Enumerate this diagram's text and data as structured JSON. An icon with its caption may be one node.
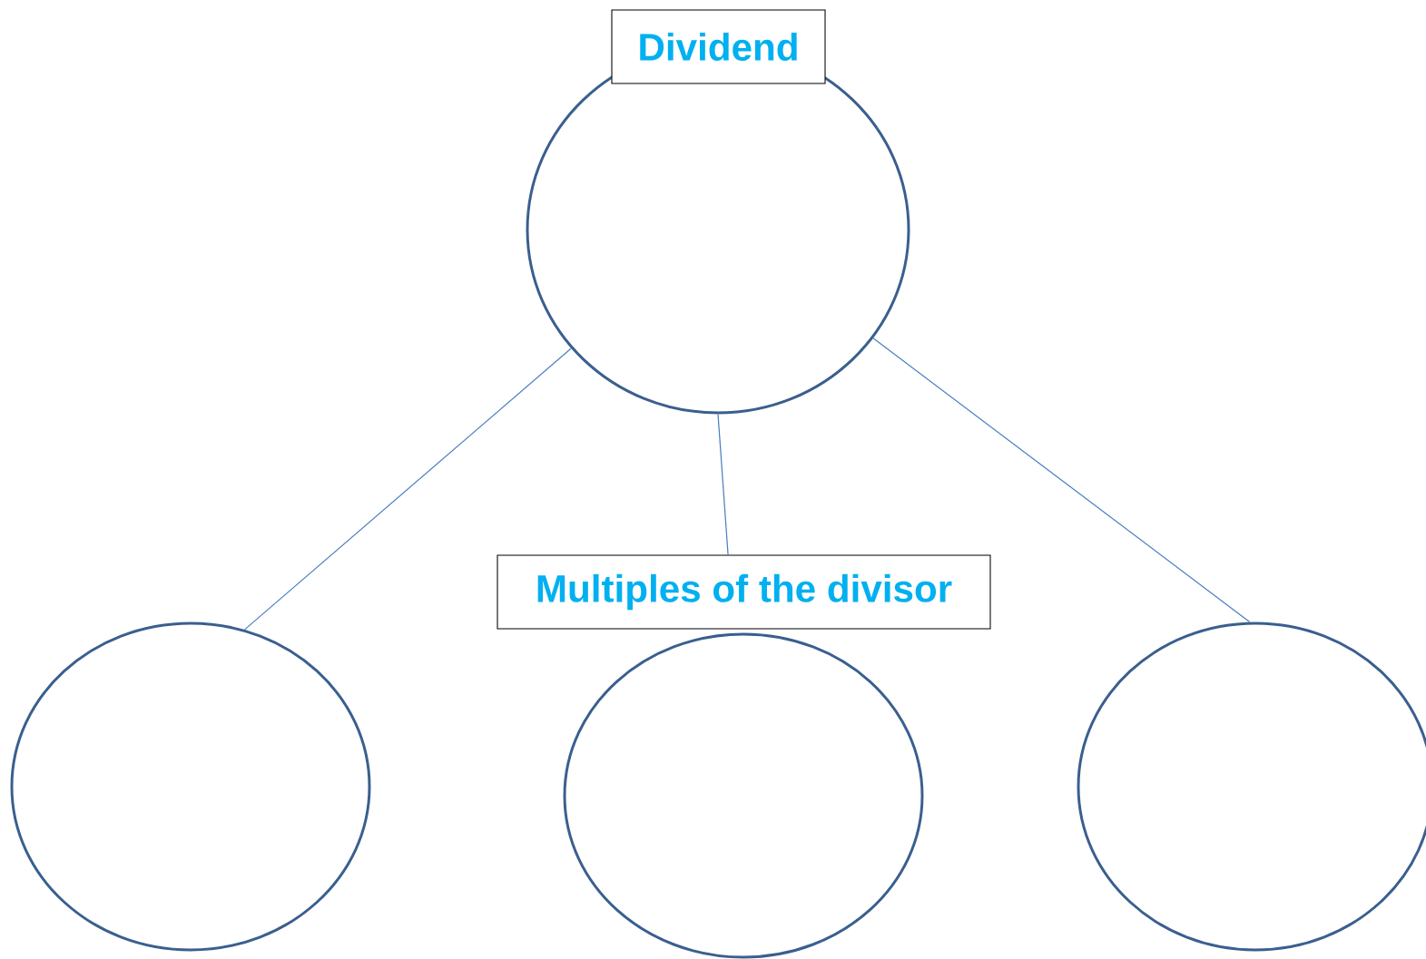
{
  "diagram": {
    "nodes": [
      {
        "text": [
          "Dividend"
        ]
      },
      {
        "text": [],
        "shape": "circle"
      },
      {
        "text": [
          "Multiples of the divisor"
        ]
      },
      {
        "text": [],
        "shape": "circle"
      },
      {
        "text": [],
        "shape": "circle"
      }
    ],
    "edges": [
      {
        "from": 0,
        "to": 1,
        "arrow": "none"
      },
      {
        "from": 0,
        "to": 2,
        "arrow": "none"
      },
      {
        "from": 0,
        "to": 4,
        "arrow": "none"
      }
    ]
  }
}
